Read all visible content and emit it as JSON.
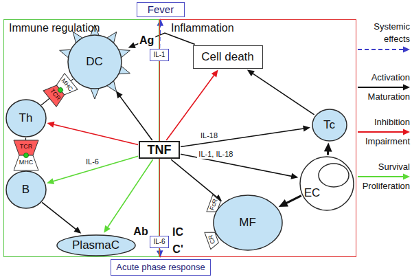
{
  "diagram": {
    "nodes": [
      {
        "text": [
          "Fever"
        ]
      },
      {
        "text": [
          "Immune regulation"
        ]
      },
      {
        "text": [
          "Inflammation"
        ]
      },
      {
        "text": [
          "DC"
        ],
        "in": 1
      },
      {
        "text": [
          "Th"
        ],
        "in": 1
      },
      {
        "text": [
          "B"
        ],
        "in": 1
      },
      {
        "text": [
          "PlasmaC"
        ],
        "in": 1
      },
      {
        "text": [
          "IL-1"
        ]
      },
      {
        "text": [
          "TNF"
        ]
      },
      {
        "text": [
          "IL-6"
        ]
      },
      {
        "text": [
          "Cell death"
        ],
        "in": 2
      },
      {
        "text": [
          "Tc"
        ],
        "in": 2
      },
      {
        "text": [
          "EC"
        ],
        "in": 2
      },
      {
        "text": [
          "MF"
        ],
        "in": 2
      },
      {
        "text": [
          "Acute phase response"
        ]
      }
    ],
    "edges": [
      {
        "from": 7,
        "to": 0,
        "arrow": "to"
      },
      {
        "from": 8,
        "to": 7,
        "arrow": "none"
      },
      {
        "from": 8,
        "to": 9,
        "arrow": "none"
      },
      {
        "from": 9,
        "to": 14,
        "arrow": "to"
      },
      {
        "from": 10,
        "to": 3,
        "arrow": "to",
        "label": "Ag"
      },
      {
        "from": 8,
        "to": 3,
        "arrow": "to"
      },
      {
        "from": 8,
        "to": 4,
        "arrow": "to"
      },
      {
        "from": 8,
        "to": 5,
        "arrow": "to",
        "label": "IL-6"
      },
      {
        "from": 8,
        "to": 6,
        "arrow": "to"
      },
      {
        "from": 5,
        "to": 6,
        "arrow": "to"
      },
      {
        "from": 3,
        "to": 4,
        "arrow": "none"
      },
      {
        "from": 4,
        "to": 5,
        "arrow": "none"
      },
      {
        "from": 8,
        "to": 10,
        "arrow": "to"
      },
      {
        "from": 8,
        "to": 11,
        "arrow": "to",
        "label": "IL-18"
      },
      {
        "from": 8,
        "to": 12,
        "arrow": "to",
        "label": "IL-1, IL-18"
      },
      {
        "from": 8,
        "to": 13,
        "arrow": "to"
      },
      {
        "from": 11,
        "to": 10,
        "arrow": "to"
      },
      {
        "from": 12,
        "to": 11,
        "arrow": "to"
      },
      {
        "from": 12,
        "to": 13,
        "arrow": "to"
      }
    ],
    "labels": [
      "MHC",
      "TCR",
      "TCR",
      "MHC",
      "Ab",
      "IC",
      "C'",
      "FcR",
      "CR"
    ],
    "legend": [
      {
        "text": "Systemic effects"
      },
      {
        "text": "Activation Maturation"
      },
      {
        "text": "Inhibition Impairment"
      },
      {
        "text": "Survival Proliferation"
      }
    ]
  }
}
